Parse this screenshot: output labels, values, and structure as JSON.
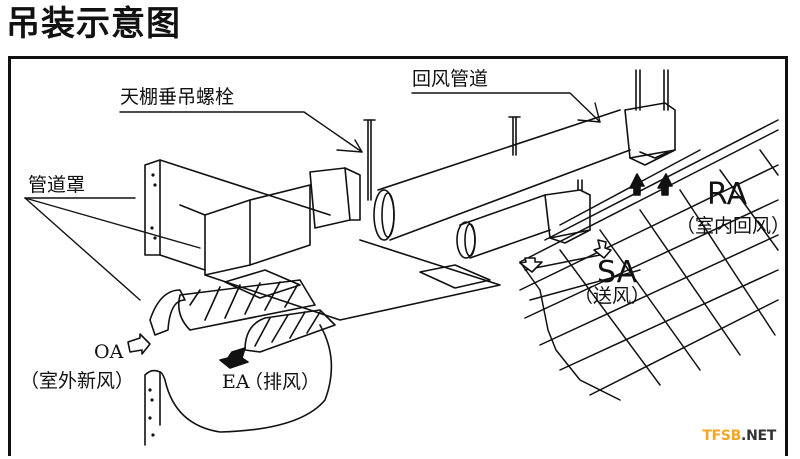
{
  "title": "吊装示意图",
  "labels": {
    "ceiling_bolt": "天棚垂吊螺栓",
    "return_duct": "回风管道",
    "duct_cover": "管道罩",
    "ra_code": "RA",
    "ra_desc": "（室内回风）",
    "sa_code": "SA",
    "sa_desc": "（送风）",
    "oa_code": "OA",
    "oa_desc": "（室外新风）",
    "ea_code": "EA",
    "ea_desc": "（排风）"
  },
  "watermark": {
    "part1": "TFSB",
    "part2": ".NET",
    "color1": "#f5a623",
    "color2": "#333333"
  }
}
